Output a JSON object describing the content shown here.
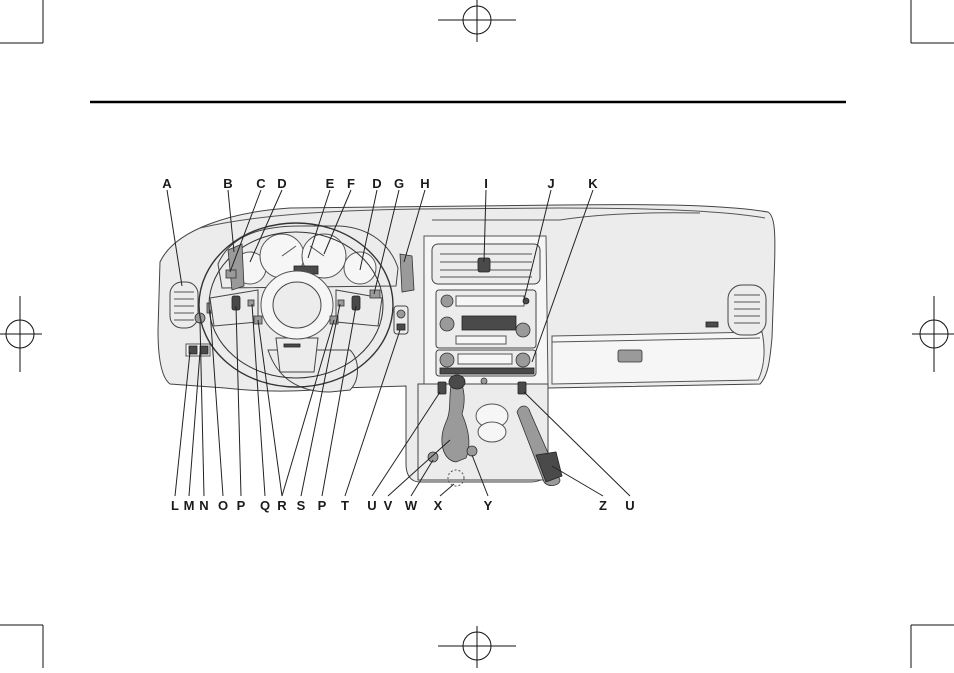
{
  "figure": {
    "top_labels": [
      "A",
      "B",
      "C",
      "D",
      "E",
      "F",
      "D",
      "G",
      "H",
      "I",
      "J",
      "K"
    ],
    "bottom_labels": [
      "L",
      "M",
      "N",
      "O",
      "P",
      "Q",
      "R",
      "S",
      "P",
      "T",
      "U",
      "V",
      "W",
      "X",
      "Y",
      "Z",
      "U"
    ]
  },
  "colors": {
    "ink": "#1a1a1a",
    "dash_fill": "#ececec",
    "line": "#444444"
  }
}
